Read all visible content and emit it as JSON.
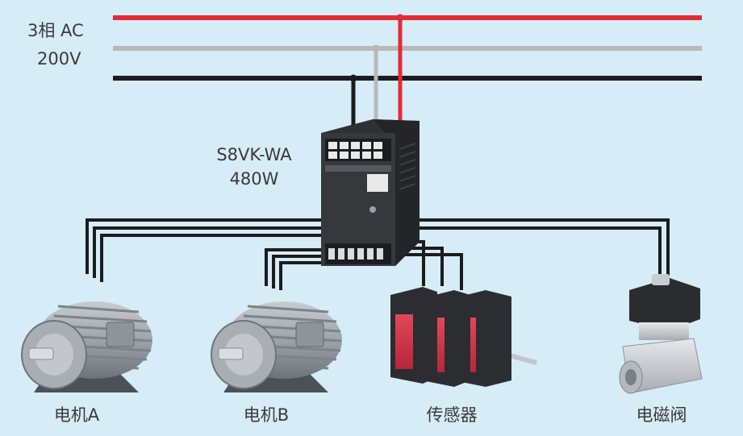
{
  "ac_supply": {
    "phase_label": "3相 AC",
    "voltage_label": "200V",
    "colors": {
      "red": "#e32b36",
      "gray": "#b9b9b9",
      "black": "#1c1c1c"
    }
  },
  "power_supply": {
    "model": "S8VK-WA",
    "power": "480W"
  },
  "loads": [
    {
      "label": "电机A",
      "icon": "motor-icon"
    },
    {
      "label": "电机B",
      "icon": "motor-icon"
    },
    {
      "label": "传感器",
      "icon": "photoelectric-sensor-icon"
    },
    {
      "label": "电磁阀",
      "icon": "solenoid-valve-icon"
    }
  ],
  "background": "#d6ecf7"
}
